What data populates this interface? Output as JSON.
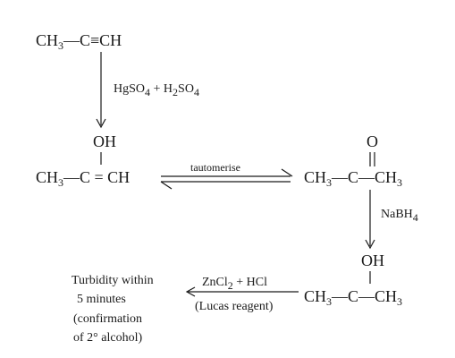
{
  "scheme": {
    "propyne": {
      "ch3": "CH",
      "ch3_sub": "3",
      "bond_text": "—C≡CH"
    },
    "reagent1": {
      "a": "HgSO",
      "a_sub": "4",
      "b": " + H",
      "b_sub": "2",
      "c": "SO",
      "c_sub": "4"
    },
    "enol": {
      "oh": "OH",
      "ch3": "CH",
      "ch3_sub": "3",
      "rest": "—C = CH"
    },
    "tautomerise_label": "tautomerise",
    "ketone": {
      "o": "O",
      "ch3a": "CH",
      "ch3a_sub": "3",
      "mid": "—C—",
      "ch3b": "CH",
      "ch3b_sub": "3"
    },
    "reagent2": {
      "a": "NaBH",
      "a_sub": "4"
    },
    "alcohol": {
      "oh": "OH",
      "ch3a": "CH",
      "ch3a_sub": "3",
      "mid": "—C—",
      "ch3b": "CH",
      "ch3b_sub": "3"
    },
    "reagent3": {
      "line1": "ZnCl",
      "line1_sub": "2",
      "line1_rest": " + HCl",
      "line2": "(Lucas reagent)"
    },
    "result": {
      "line1": "Turbidity within",
      "line2": "5 minutes",
      "line3": "(confirmation",
      "line4": "of 2° alcohol)"
    }
  }
}
